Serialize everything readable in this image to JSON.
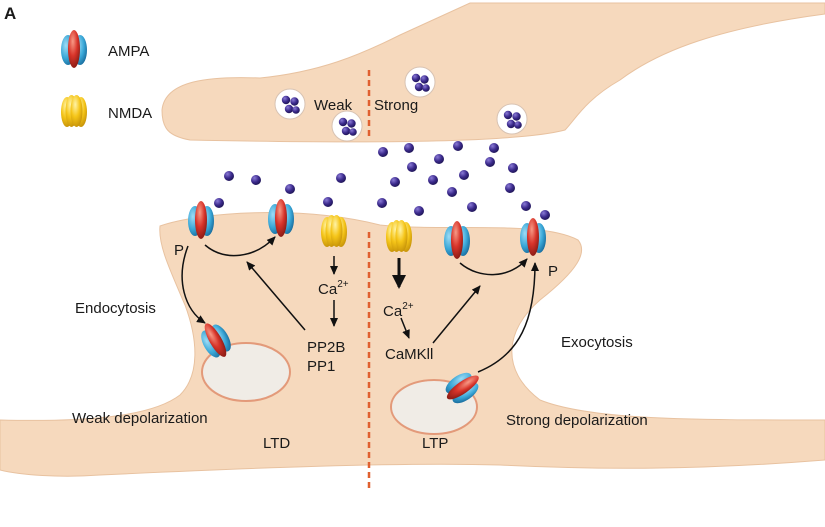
{
  "panel_label": "A",
  "legend": {
    "ampa": "AMPA",
    "nmda": "NMDA"
  },
  "presynaptic": {
    "weak_label": "Weak",
    "strong_label": "Strong"
  },
  "ltd_side": {
    "phospho_label": "P",
    "endocytosis_label": "Endocytosis",
    "ca_label": "Ca",
    "ca_charge": "2+",
    "phosphatase_1": "PP2B",
    "phosphatase_2": "PP1",
    "depolarization_label": "Weak depolarization",
    "plasticity_label": "LTD"
  },
  "ltp_side": {
    "ca_label": "Ca",
    "ca_charge": "2+",
    "kinase_label": "CaMKll",
    "phospho_label": "P",
    "exocytosis_label": "Exocytosis",
    "depolarization_label": "Strong depolarization",
    "plasticity_label": "LTP"
  },
  "colors": {
    "membrane_fill": "#f6d9bd",
    "membrane_stroke": "#e8b890",
    "ampa_outer": "#3aa8d8",
    "ampa_inner": "#d8342a",
    "nmda": "#f5c518",
    "glutamate": "#3b2a8c",
    "divider": "#e06030"
  }
}
